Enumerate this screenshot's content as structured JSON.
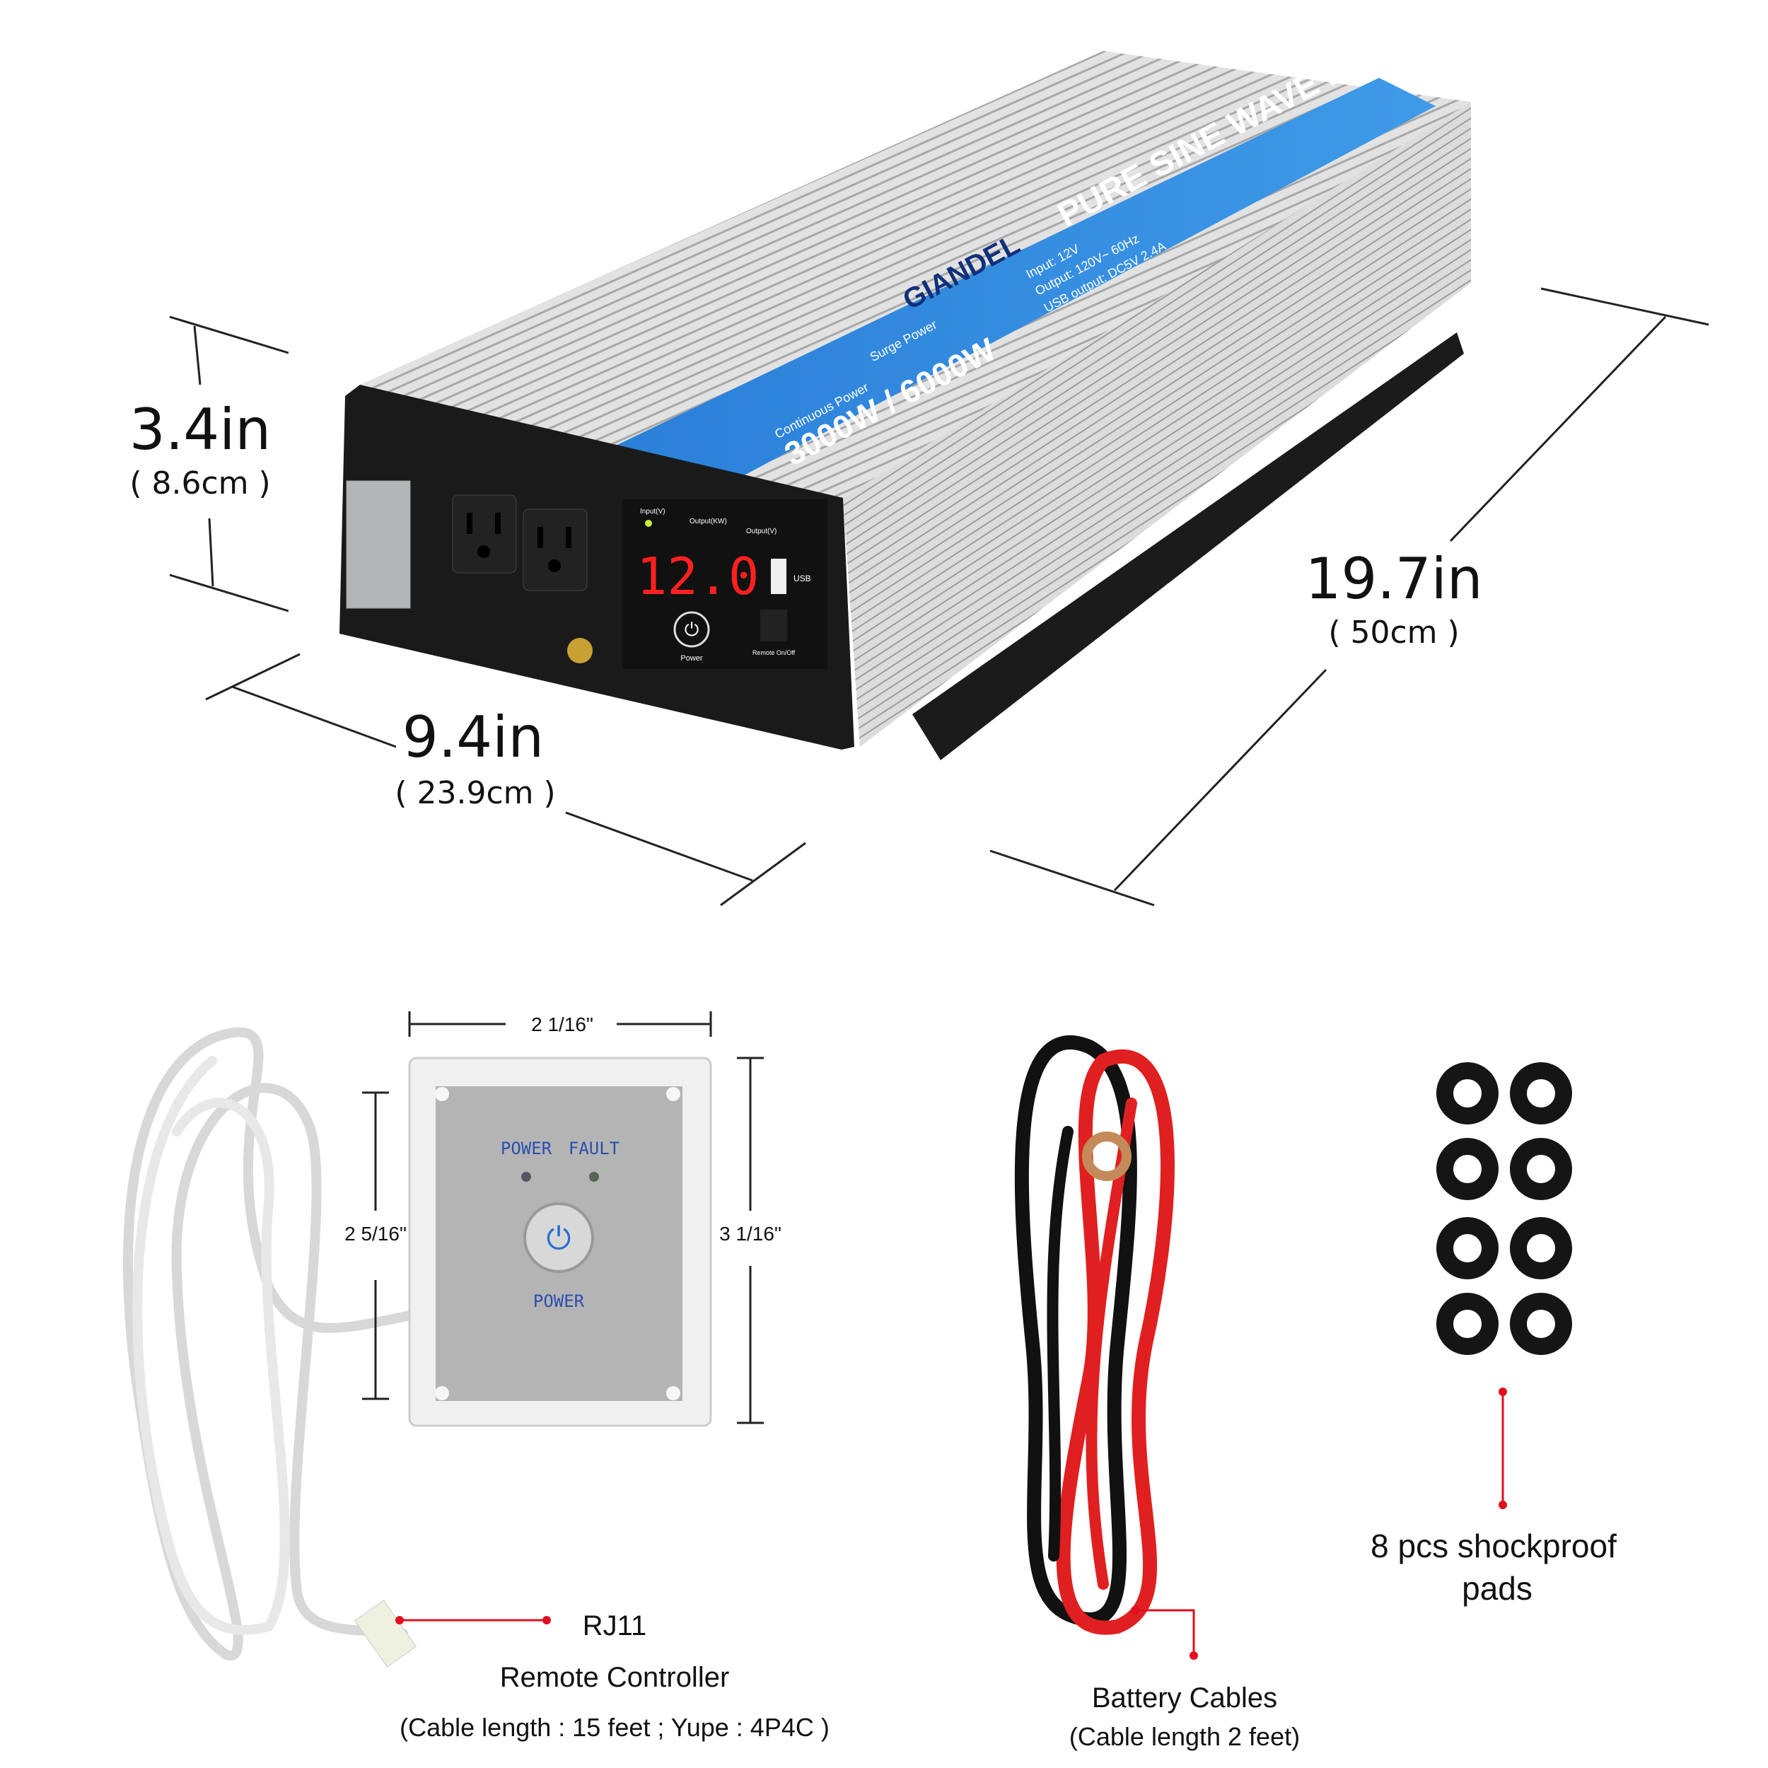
{
  "dimensions": {
    "height": {
      "value": "3.4in",
      "metric": "( 8.6cm )"
    },
    "width": {
      "value": "9.4in",
      "metric": "( 23.9cm )"
    },
    "length": {
      "value": "19.7in",
      "metric": "( 50cm )"
    }
  },
  "inverter": {
    "brand": "GIANDEL",
    "title": "PURE SINE WAVE INVERTER",
    "continuous_label": "Continuous Power",
    "surge_label": "Surge Power",
    "power_rating": "3000W / 6000W",
    "input_spec": "Input: 12V",
    "output_spec": "Output: 120V~ 60Hz",
    "usb_spec": "USB output: DC5V 2.4A",
    "display_value": "12.0",
    "indicators": [
      "Input(V)",
      "Output(KW)",
      "Output(V)"
    ],
    "usb_label": "USB",
    "power_label": "Power",
    "remote_port_label": "Remote On/Off"
  },
  "remote": {
    "width_label": "2 1/16\"",
    "height_inner_label": "2 5/16\"",
    "height_outer_label": "3 1/16\"",
    "led_power": "POWER",
    "led_fault": "FAULT",
    "button_label": "POWER",
    "connector_label": "RJ11",
    "title": "Remote Controller",
    "note": "(Cable length : 15 feet  ;  Yupe : 4P4C )"
  },
  "battery_cables": {
    "title": "Battery Cables",
    "note": "(Cable length 2 feet)"
  },
  "pads": {
    "count": 8,
    "line1": "8 pcs shockproof",
    "line2": "pads"
  },
  "colors": {
    "label_blue": "#2f8ae0",
    "pointer_red": "#e01020",
    "display_red": "#ff2020"
  }
}
